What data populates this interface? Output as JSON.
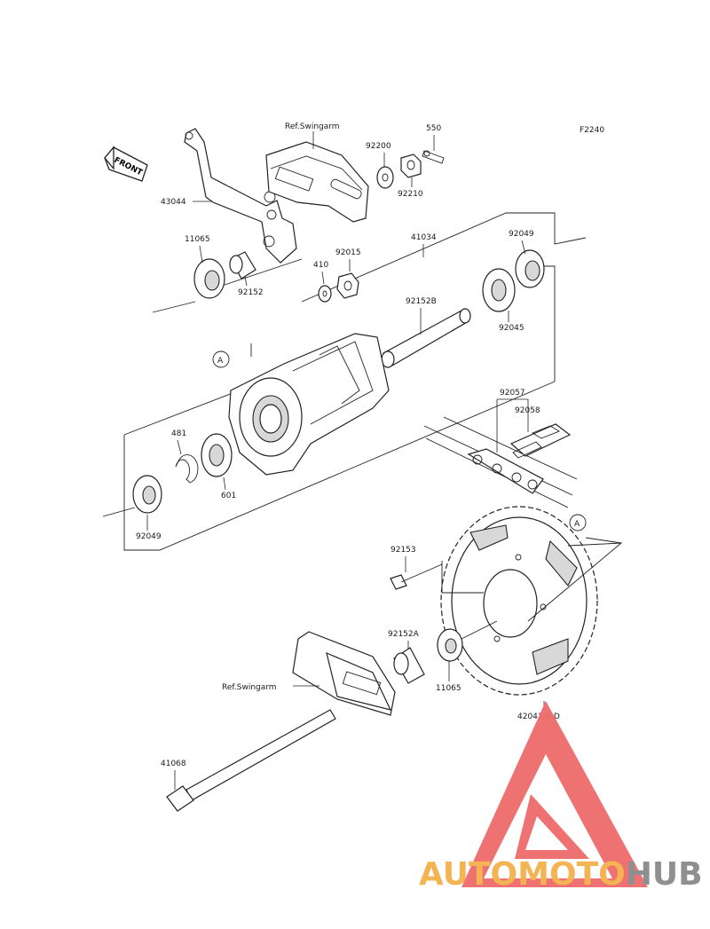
{
  "diagram_code": "F2240",
  "front_label": "FRONT",
  "ref_swingarm_top": "Ref.Swingarm",
  "ref_swingarm_bottom": "Ref.Swingarm",
  "ref_A_top": "A",
  "ref_A_right": "A",
  "parts": {
    "p43044": "43044",
    "p92200": "92200",
    "p550": "550",
    "p92210": "92210",
    "p11065_top": "11065",
    "p92152": "92152",
    "p410": "410",
    "p92015": "92015",
    "p41034": "41034",
    "p92049_top": "92049",
    "p92152B": "92152B",
    "p92045": "92045",
    "p481": "481",
    "p601": "601",
    "p92049_bottom": "92049",
    "p92057": "92057",
    "p92058": "92058",
    "p92153": "92153",
    "p92152A": "92152A",
    "p11065_bottom": "11065",
    "p42041": "42041/A-D",
    "p41068": "41068"
  },
  "watermark": {
    "brand_part1": "AUTOMOTO",
    "brand_part2": "HUB",
    "color_red": "#ef6b6b",
    "color_orange": "#f5b04a",
    "color_gray": "#8a8a8a"
  }
}
